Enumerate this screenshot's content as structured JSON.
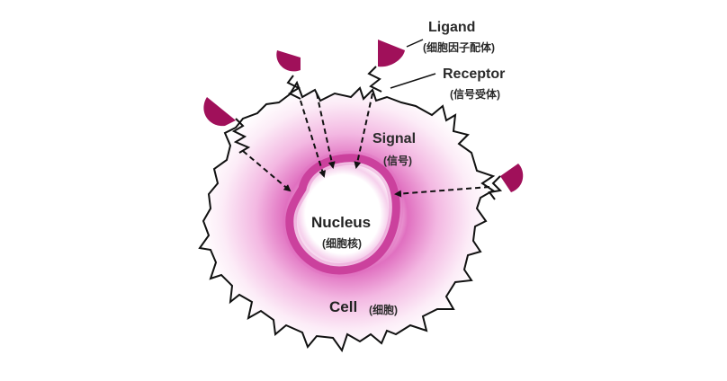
{
  "diagram": {
    "labels": {
      "ligand": "Ligand",
      "ligand_zh": "(细胞因子配体)",
      "receptor": "Receptor",
      "receptor_zh": "(信号受体)",
      "signal": "Signal",
      "signal_zh": "(信号)",
      "nucleus": "Nucleus",
      "nucleus_zh": "(细胞核)",
      "cell": "Cell",
      "cell_zh": "(细胞)"
    },
    "colors": {
      "ligand": "#a0105a",
      "nucleus_ring": "#c0288a",
      "cytoplasm_inner": "#e070c0",
      "cytoplasm_outer": "#fbe8f6",
      "outline": "#111111",
      "arrow": "#111111"
    },
    "icons": [
      "ligand-shape",
      "receptor-zigzag",
      "signal-arrow"
    ]
  }
}
